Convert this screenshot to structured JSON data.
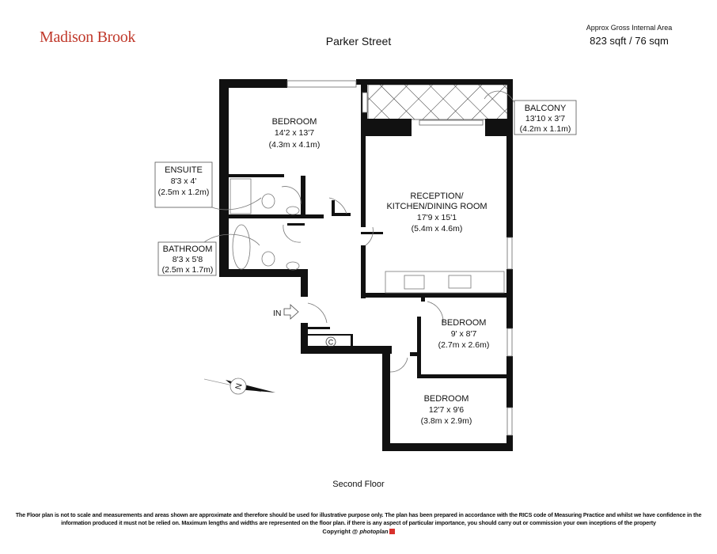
{
  "header": {
    "brand": "Madison Brook",
    "property": "Parker Street",
    "area_label": "Approx Gross Internal Area",
    "area_value": "823 sqft / 76 sqm"
  },
  "rooms": [
    {
      "name": "BEDROOM",
      "imperial": "14'2 x 13'7",
      "metric": "(4.3m x 4.1m)"
    },
    {
      "name": "BALCONY",
      "imperial": "13'10 x 3'7",
      "metric": "(4.2m x 1.1m)"
    },
    {
      "name": "ENSUITE",
      "imperial": "8'3 x 4'",
      "metric": "(2.5m x 1.2m)"
    },
    {
      "name_line1": "RECEPTION/",
      "name_line2": "KITCHEN/DINING ROOM",
      "imperial": "17'9 x 15'1",
      "metric": "(5.4m x 4.6m)"
    },
    {
      "name": "BATHROOM",
      "imperial": "8'3 x 5'8",
      "metric": "(2.5m x 1.7m)"
    },
    {
      "name": "BEDROOM",
      "imperial": "9' x 8'7",
      "metric": "(2.7m x 2.6m)"
    },
    {
      "name": "BEDROOM",
      "imperial": "12'7 x 9'6",
      "metric": "(3.8m x 2.9m)"
    }
  ],
  "markers": {
    "entrance": "IN",
    "cupboard": "C",
    "compass": "N"
  },
  "footer": {
    "floor": "Second Floor",
    "disclaimer": "The Floor plan is not to scale and measurements and areas shown are approximate and therefore should be used for illustrative purpose only. The plan has been prepared in accordance with the RICS code of Measuring Practice and whilst we have confidence in the information produced it must not be relied on. Maximum  lengths and widths are represented on the floor plan. if there is any aspect of particular importance, you should carry out or commission your own inceptions of the property",
    "copyright": "Copyright @",
    "copyright_brand": "photoplan"
  }
}
